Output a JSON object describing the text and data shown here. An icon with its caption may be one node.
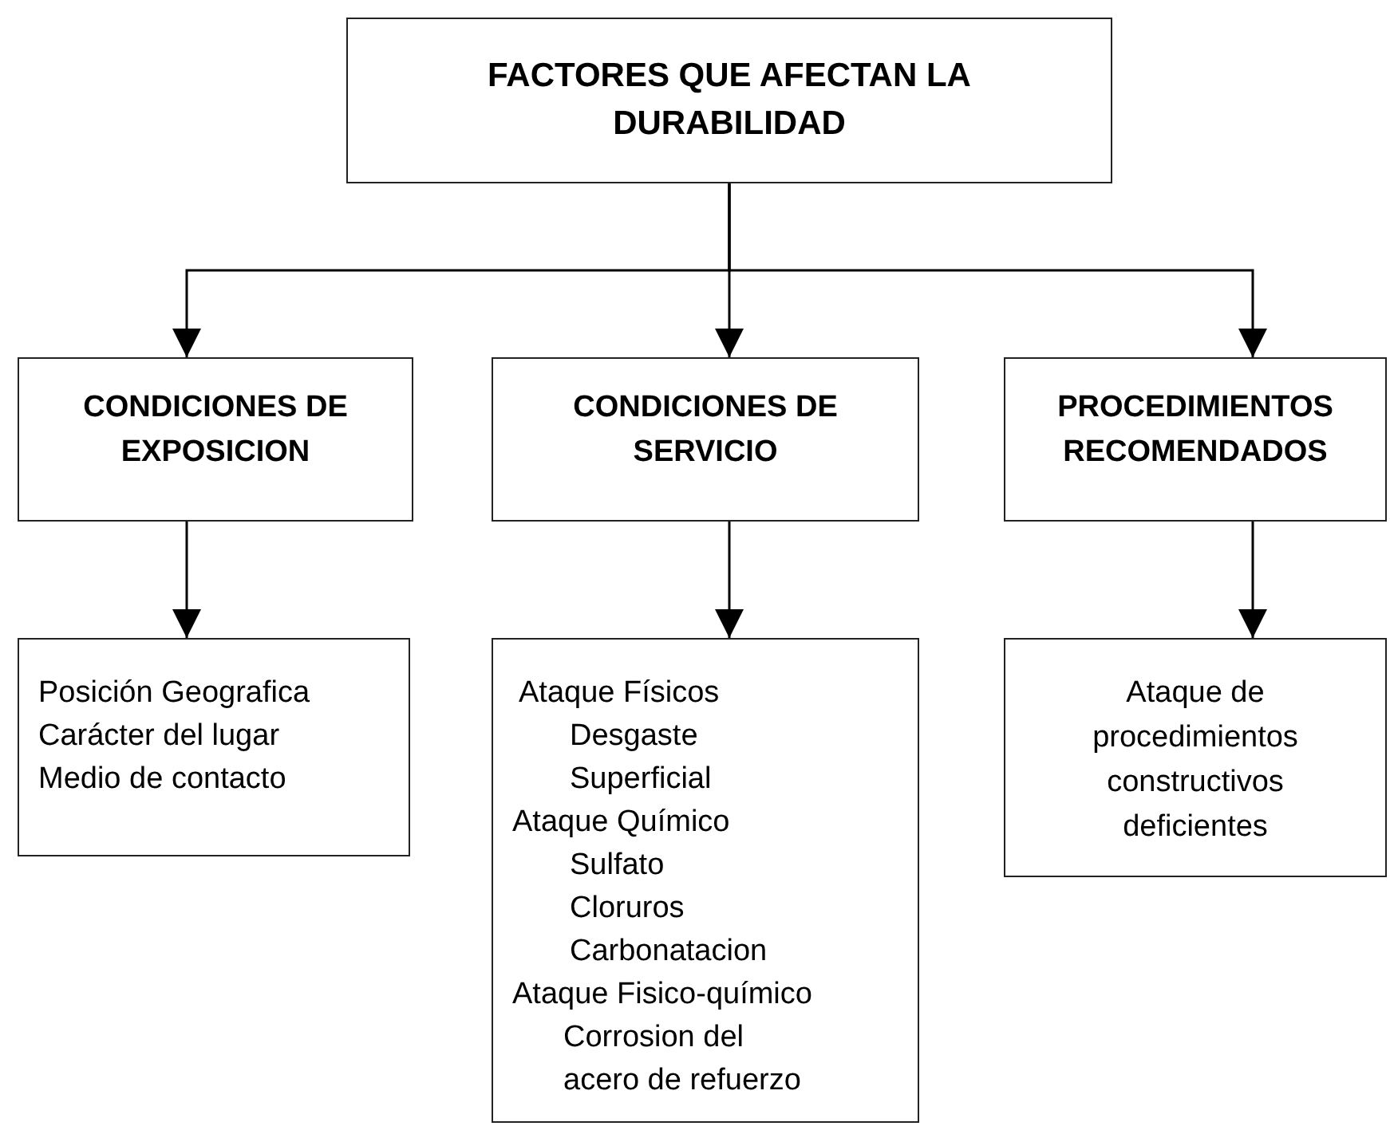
{
  "diagram": {
    "nodes": [
      {
        "text": [
          "FACTORES QUE AFECTAN LA DURABILIDAD"
        ]
      },
      {
        "text": [
          "CONDICIONES DE EXPOSICION"
        ]
      },
      {
        "text": [
          "CONDICIONES DE SERVICIO"
        ]
      },
      {
        "text": [
          "PROCEDIMIENTOS RECOMENDADOS"
        ]
      },
      {
        "text": [
          "Posición Geografica",
          "Carácter del lugar",
          "Medio de contacto"
        ]
      },
      {
        "text": [
          "Ataque Físicos",
          "Desgaste",
          "Superficial",
          "Ataque Químico",
          "Sulfato",
          "Cloruros",
          "Carbonatacion",
          "Ataque Fisico-químico",
          "Corrosion del",
          "acero de refuerzo"
        ]
      },
      {
        "text": [
          "Ataque de procedimientos constructivos deficientes"
        ]
      }
    ],
    "edges": [
      {
        "from": 0,
        "to": 1,
        "arrow": "to"
      },
      {
        "from": 0,
        "to": 2,
        "arrow": "to"
      },
      {
        "from": 0,
        "to": 3,
        "arrow": "to"
      },
      {
        "from": 1,
        "to": 4,
        "arrow": "to"
      },
      {
        "from": 2,
        "to": 5,
        "arrow": "to"
      },
      {
        "from": 3,
        "to": 6,
        "arrow": "to"
      }
    ]
  }
}
